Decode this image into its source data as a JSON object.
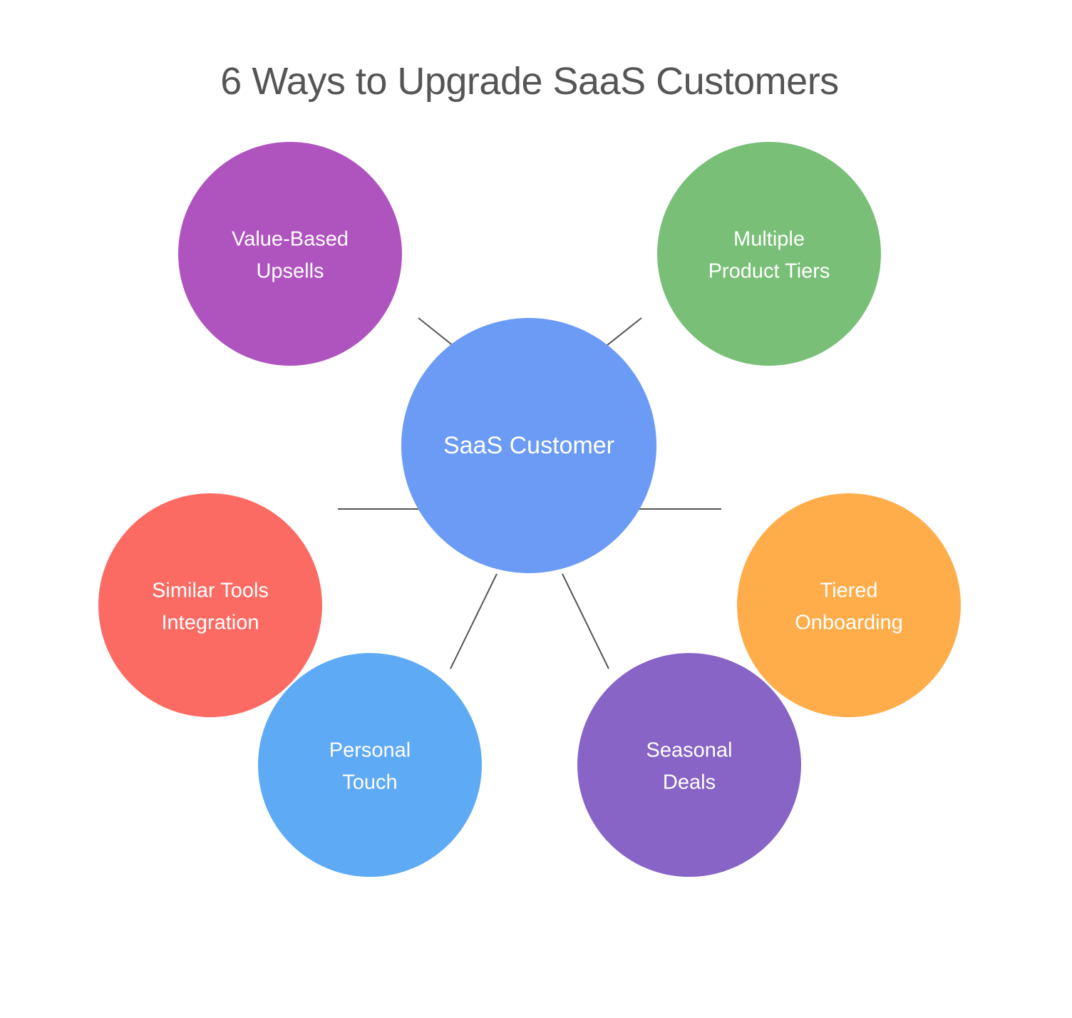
{
  "title": "6 Ways to Upgrade SaaS Customers",
  "center": {
    "label": "SaaS Customer",
    "color": "#6b9bf5"
  },
  "connector_color": "#555555",
  "nodes": [
    {
      "id": "value-based-upsells",
      "lines": [
        "Value-Based",
        "Upsells"
      ],
      "color": "#af54bf"
    },
    {
      "id": "multiple-product-tiers",
      "lines": [
        "Multiple",
        "Product Tiers"
      ],
      "color": "#79bf78"
    },
    {
      "id": "similar-tools-integration",
      "lines": [
        "Similar Tools",
        "Integration"
      ],
      "color": "#fb6b63"
    },
    {
      "id": "tiered-onboarding",
      "lines": [
        "Tiered",
        "Onboarding"
      ],
      "color": "#fead4a"
    },
    {
      "id": "personal-touch",
      "lines": [
        "Personal",
        "Touch"
      ],
      "color": "#5eaaf5"
    },
    {
      "id": "seasonal-deals",
      "lines": [
        "Seasonal",
        "Deals"
      ],
      "color": "#8764c5"
    }
  ]
}
